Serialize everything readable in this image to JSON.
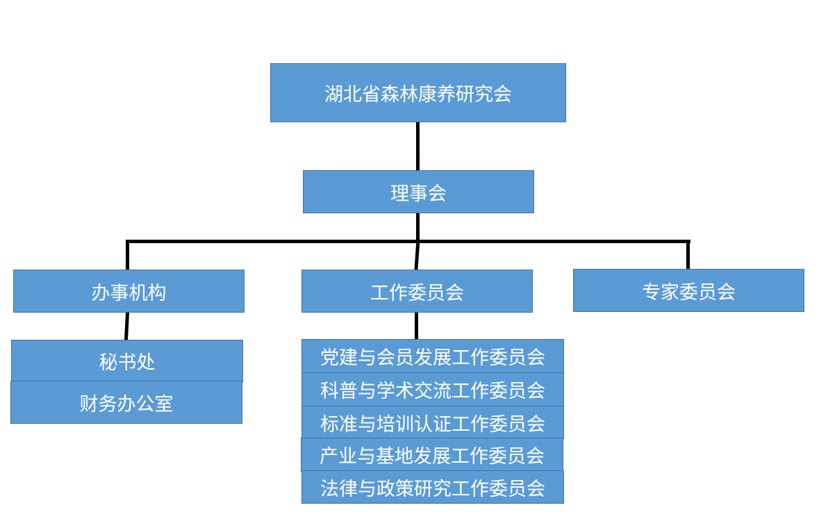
{
  "colors": {
    "box_fill": "#5b9bd5",
    "box_border": "#41719c",
    "text": "#ffffff",
    "connector": "#000000"
  },
  "root": {
    "label": "湖北省森林康养研究会"
  },
  "council": {
    "label": "理事会"
  },
  "branches": {
    "office": {
      "label": "办事机构",
      "children": [
        "秘书处",
        "财务办公室"
      ]
    },
    "work_committee": {
      "label": "工作委员会",
      "children": [
        "党建与会员发展工作委员会",
        "科普与学术交流工作委员会",
        "标准与培训认证工作委员会",
        "产业与基地发展工作委员会",
        "法律与政策研究工作委员会"
      ]
    },
    "expert_committee": {
      "label": "专家委员会"
    }
  }
}
